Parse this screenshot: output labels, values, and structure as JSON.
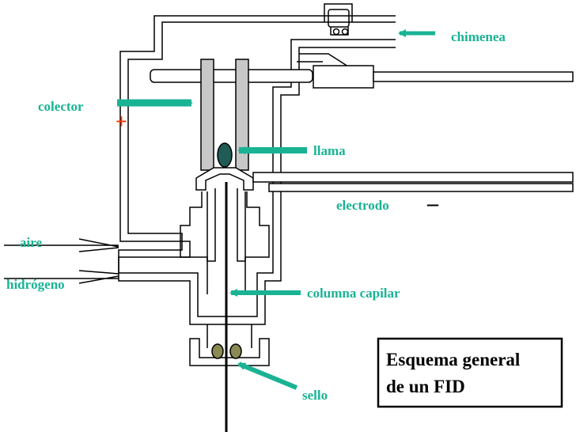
{
  "labels": {
    "chimenea": "chimenea",
    "colector": "colector",
    "llama": "llama",
    "electrodo": "electrodo",
    "aire": "aire",
    "hidrogeno": "hidrógeno",
    "columna": "columna capilar",
    "sello": "sello"
  },
  "signs": {
    "positive": "+",
    "negative": "–"
  },
  "title": {
    "line1": "Esquema general",
    "line2": "de un FID"
  },
  "colors": {
    "label": "#19b394",
    "arrow": "#19b394",
    "positive": "#ff3300",
    "negative": "#000000",
    "collector_fill": "#c8c8c8",
    "flame": "#1e5c55",
    "seal": "#8a8a52",
    "line": "#000000"
  }
}
